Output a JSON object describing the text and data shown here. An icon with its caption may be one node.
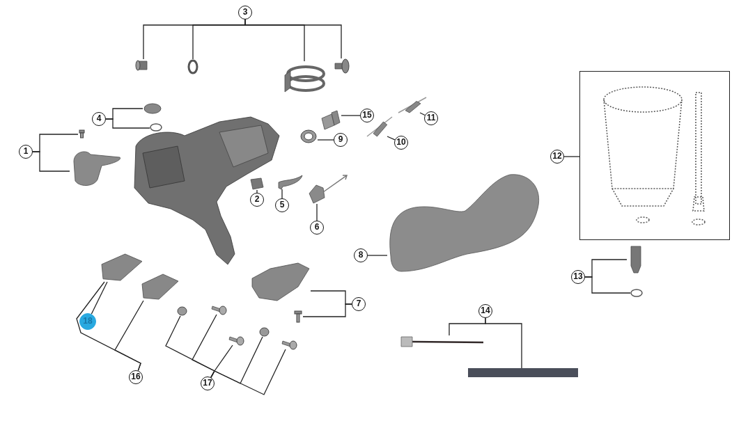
{
  "diagram": {
    "nodes": [
      {
        "text": [
          "3"
        ]
      },
      {
        "text": [],
        "shape": "cylinder"
      },
      {
        "text": [],
        "shape": "circle"
      },
      {
        "text": [],
        "shape": "circle"
      },
      {
        "text": [],
        "shape": "cylinder"
      },
      {
        "text": [
          "4"
        ]
      },
      {
        "text": [],
        "shape": "circle"
      },
      {
        "text": [],
        "shape": "circle"
      },
      {
        "text": [
          "1"
        ]
      },
      {
        "text": [],
        "shape": "picture"
      },
      {
        "text": [],
        "shape": "picture"
      },
      {
        "text": [],
        "shape": "picture"
      },
      {
        "text": [
          "15"
        ]
      },
      {
        "text": [],
        "shape": "picture"
      },
      {
        "text": [
          "9"
        ]
      },
      {
        "text": [],
        "shape": "picture"
      },
      {
        "text": [
          "11"
        ]
      },
      {
        "text": [],
        "shape": "picture"
      },
      {
        "text": [
          "10"
        ]
      },
      {
        "text": [],
        "shape": "picture"
      },
      {
        "text": [
          "2"
        ]
      },
      {
        "text": [],
        "shape": "picture"
      },
      {
        "text": [
          "5"
        ]
      },
      {
        "text": [],
        "shape": "picture"
      },
      {
        "text": [
          "6"
        ]
      },
      {
        "text": [],
        "shape": "picture"
      },
      {
        "text": [
          "12"
        ]
      },
      {
        "text": [],
        "shape": "box"
      },
      {
        "text": [],
        "shape": "picture",
        "in": 27
      },
      {
        "text": [],
        "shape": "picture",
        "in": 27
      },
      {
        "text": [
          "8"
        ]
      },
      {
        "text": [],
        "shape": "picture"
      },
      {
        "text": [
          "13"
        ]
      },
      {
        "text": [],
        "shape": "cylinder"
      },
      {
        "text": [],
        "shape": "circle"
      },
      {
        "text": [],
        "shape": "picture"
      },
      {
        "text": [],
        "shape": "picture"
      },
      {
        "text": [
          "7"
        ]
      },
      {
        "text": [],
        "shape": "picture"
      },
      {
        "text": [],
        "shape": "picture"
      },
      {
        "text": [
          "18"
        ]
      },
      {
        "text": [],
        "shape": "circle"
      },
      {
        "text": [],
        "shape": "picture"
      },
      {
        "text": [],
        "shape": "picture"
      },
      {
        "text": [],
        "shape": "circle"
      },
      {
        "text": [],
        "shape": "picture"
      },
      {
        "text": [
          "14"
        ]
      },
      {
        "text": [],
        "shape": "picture"
      },
      {
        "text": [],
        "shape": "bar"
      },
      {
        "text": [
          "16"
        ]
      },
      {
        "text": [
          "17"
        ]
      }
    ],
    "edges": [
      {
        "from": 0,
        "to": 1,
        "arrow": "none"
      },
      {
        "from": 0,
        "to": 2,
        "arrow": "none"
      },
      {
        "from": 0,
        "to": 3,
        "arrow": "none"
      },
      {
        "from": 0,
        "to": 4,
        "arrow": "none"
      },
      {
        "from": 5,
        "to": 6,
        "arrow": "none"
      },
      {
        "from": 5,
        "to": 7,
        "arrow": "none"
      },
      {
        "from": 8,
        "to": 9,
        "arrow": "none"
      },
      {
        "from": 8,
        "to": 10,
        "arrow": "none"
      },
      {
        "from": 12,
        "to": 13,
        "arrow": "none"
      },
      {
        "from": 14,
        "to": 15,
        "arrow": "none"
      },
      {
        "from": 16,
        "to": 17,
        "arrow": "none"
      },
      {
        "from": 18,
        "to": 19,
        "arrow": "none"
      },
      {
        "from": 20,
        "to": 21,
        "arrow": "none"
      },
      {
        "from": 22,
        "to": 23,
        "arrow": "none"
      },
      {
        "from": 24,
        "to": 25,
        "arrow": "none"
      },
      {
        "from": 26,
        "to": 27,
        "arrow": "none"
      },
      {
        "from": 30,
        "to": 31,
        "arrow": "none"
      },
      {
        "from": 32,
        "to": 33,
        "arrow": "none"
      },
      {
        "from": 32,
        "to": 34,
        "arrow": "none"
      },
      {
        "from": 37,
        "to": 35,
        "arrow": "none"
      },
      {
        "from": 37,
        "to": 36,
        "arrow": "none"
      },
      {
        "from": 40,
        "to": 38,
        "arrow": "none"
      },
      {
        "from": 49,
        "to": 38,
        "arrow": "none"
      },
      {
        "from": 49,
        "to": 39,
        "arrow": "none"
      },
      {
        "from": 50,
        "to": 41,
        "arrow": "none"
      },
      {
        "from": 50,
        "to": 42,
        "arrow": "none"
      },
      {
        "from": 50,
        "to": 43,
        "arrow": "none"
      },
      {
        "from": 50,
        "to": 44,
        "arrow": "none"
      },
      {
        "from": 50,
        "to": 45,
        "arrow": "none"
      },
      {
        "from": 46,
        "to": 47,
        "arrow": "none"
      },
      {
        "from": 46,
        "to": 48,
        "arrow": "none"
      }
    ]
  }
}
